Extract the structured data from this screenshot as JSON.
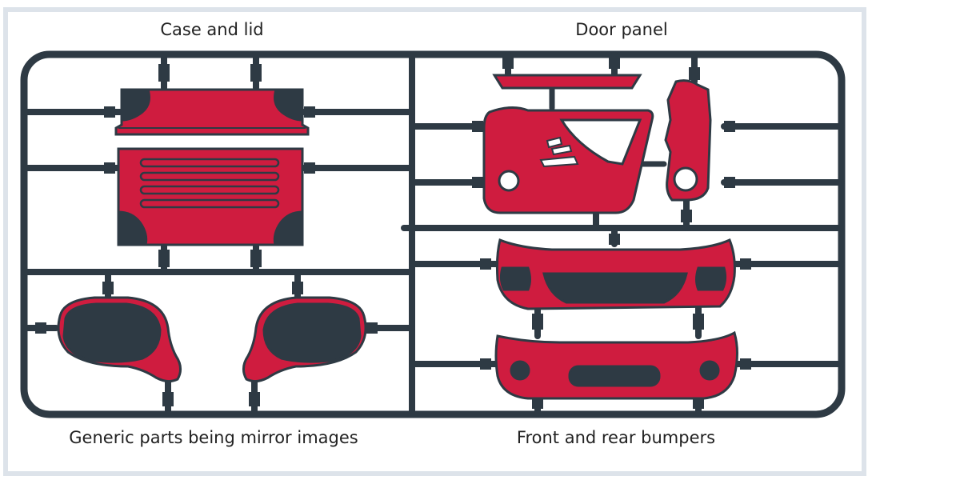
{
  "labels": {
    "case_and_lid": "Case and lid",
    "door_panel": "Door panel",
    "mirror_parts": "Generic parts being mirror images",
    "bumpers": "Front and rear bumpers"
  },
  "colors": {
    "runner": "#2e3a44",
    "part_fill": "#cf1c3f",
    "part_dark": "#2e3a44",
    "frame_border": "#dde3ea"
  }
}
